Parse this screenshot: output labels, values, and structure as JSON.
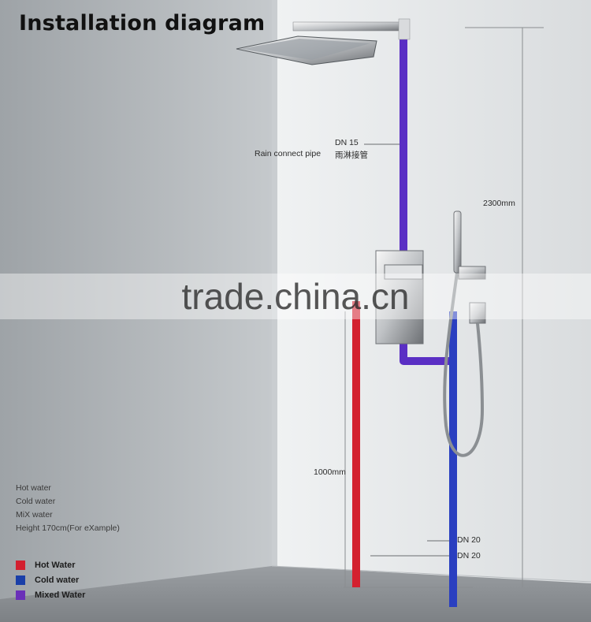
{
  "title": "Installation diagram",
  "labels": {
    "dn15": "DN 15",
    "rain_pipe_en": "Rain connect pipe",
    "rain_pipe_cn": "雨淋接管",
    "height_total": "2300mm",
    "height_valve": "1000mm",
    "dn20_a": "DN 20",
    "dn20_b": "DN 20"
  },
  "legend_text": {
    "hot": "Hot water",
    "cold": "Cold water",
    "mix": "MiX water",
    "height": "Height 170cm(For eXample)"
  },
  "legend": [
    {
      "label": "Hot Water",
      "color": "#d3202f"
    },
    {
      "label": "Cold water",
      "color": "#1a3fa8"
    },
    {
      "label": "Mixed Water",
      "color": "#6a2fb8"
    }
  ],
  "watermark": "trade.china.cn",
  "colors": {
    "hot": "#d3202f",
    "cold": "#2a3fc0",
    "mixed": "#5a2fc4",
    "wall_front": "#e2e5e7",
    "wall_back": "#a9adb1",
    "floor": "#8e9296"
  }
}
